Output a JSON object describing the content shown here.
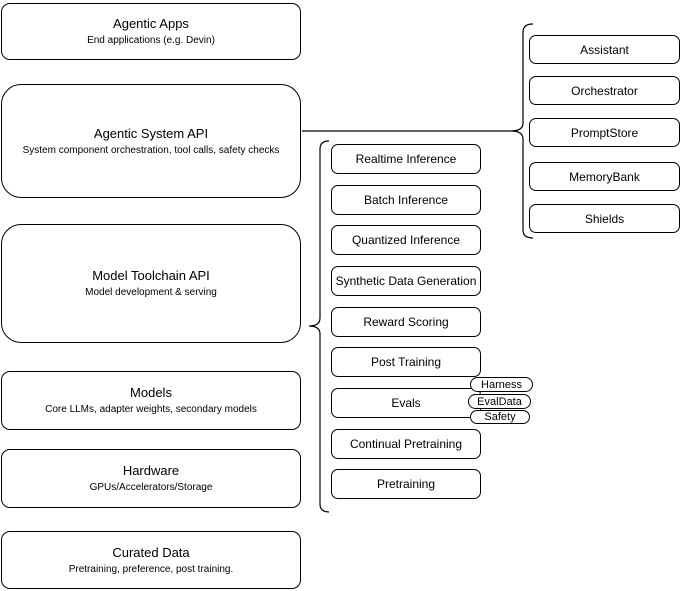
{
  "diagram": {
    "left_stack": {
      "boxes": [
        {
          "title": "Agentic Apps",
          "subtitle": "End applications (e.g. Devin)"
        },
        {
          "title": "Agentic System API",
          "subtitle": "System component orchestration, tool calls, safety checks"
        },
        {
          "title": "Model Toolchain API",
          "subtitle": "Model development & serving"
        },
        {
          "title": "Models",
          "subtitle": "Core LLMs, adapter weights, secondary models"
        },
        {
          "title": "Hardware",
          "subtitle": "GPUs/Accelerators/Storage"
        },
        {
          "title": "Curated Data",
          "subtitle": "Pretraining, preference, post training."
        }
      ]
    },
    "middle_stack": {
      "boxes": [
        {
          "label": "Realtime Inference"
        },
        {
          "label": "Batch Inference"
        },
        {
          "label": "Quantized Inference"
        },
        {
          "label": "Synthetic Data Generation"
        },
        {
          "label": "Reward Scoring"
        },
        {
          "label": "Post Training"
        },
        {
          "label": "Evals"
        },
        {
          "label": "Continual Pretraining"
        },
        {
          "label": "Pretraining"
        }
      ]
    },
    "eval_tags": {
      "items": [
        "Harness",
        "EvalData",
        "Safety"
      ]
    },
    "right_stack": {
      "boxes": [
        {
          "label": "Assistant"
        },
        {
          "label": "Orchestrator"
        },
        {
          "label": "PromptStore"
        },
        {
          "label": "MemoryBank"
        },
        {
          "label": "Shields"
        }
      ]
    }
  },
  "colors": {
    "stroke": "#000000",
    "fill": "#ffffff",
    "background": "#ffffff",
    "text": "#000000"
  }
}
